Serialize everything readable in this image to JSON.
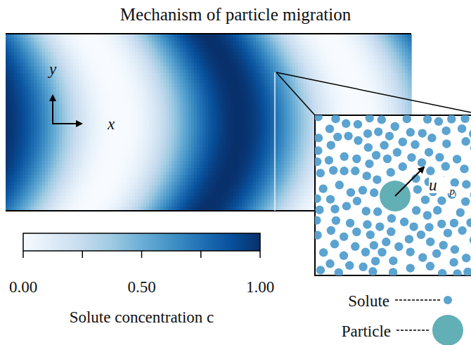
{
  "diagram": {
    "title": "Mechanism of particle migration",
    "labels": [
      "y",
      "x",
      "u⃗",
      "p",
      "0.00",
      "0.50",
      "1.00",
      "Solute concentration c"
    ],
    "legend": [
      {
        "text": "Solute",
        "color": "#5ba3d0"
      },
      {
        "text": "Particle",
        "color": "#62b0b6"
      }
    ]
  }
}
